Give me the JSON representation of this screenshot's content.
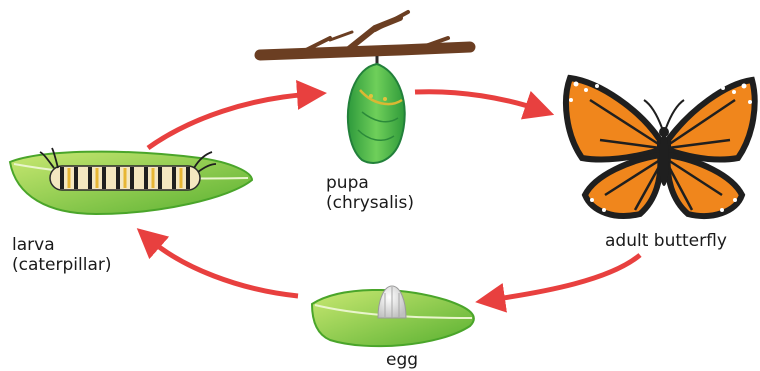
{
  "colors": {
    "arrow": "#e8403f",
    "leaf_light": "#b5dd55",
    "leaf_dark": "#4aa52a",
    "chrysalis": "#3fb04a",
    "wing_orange": "#f0861c",
    "wing_black": "#1f1f1f",
    "branch": "#6b3e22"
  },
  "stages": {
    "pupa": {
      "line1": "pupa",
      "line2": "(chrysalis)"
    },
    "adult": {
      "line1": "adult butterfly"
    },
    "egg": {
      "line1": "egg"
    },
    "larva": {
      "line1": "larva",
      "line2": "(caterpillar)"
    }
  },
  "icons": [
    "branch-icon",
    "chrysalis-icon",
    "butterfly-icon",
    "egg-on-leaf-icon",
    "caterpillar-on-leaf-icon"
  ]
}
